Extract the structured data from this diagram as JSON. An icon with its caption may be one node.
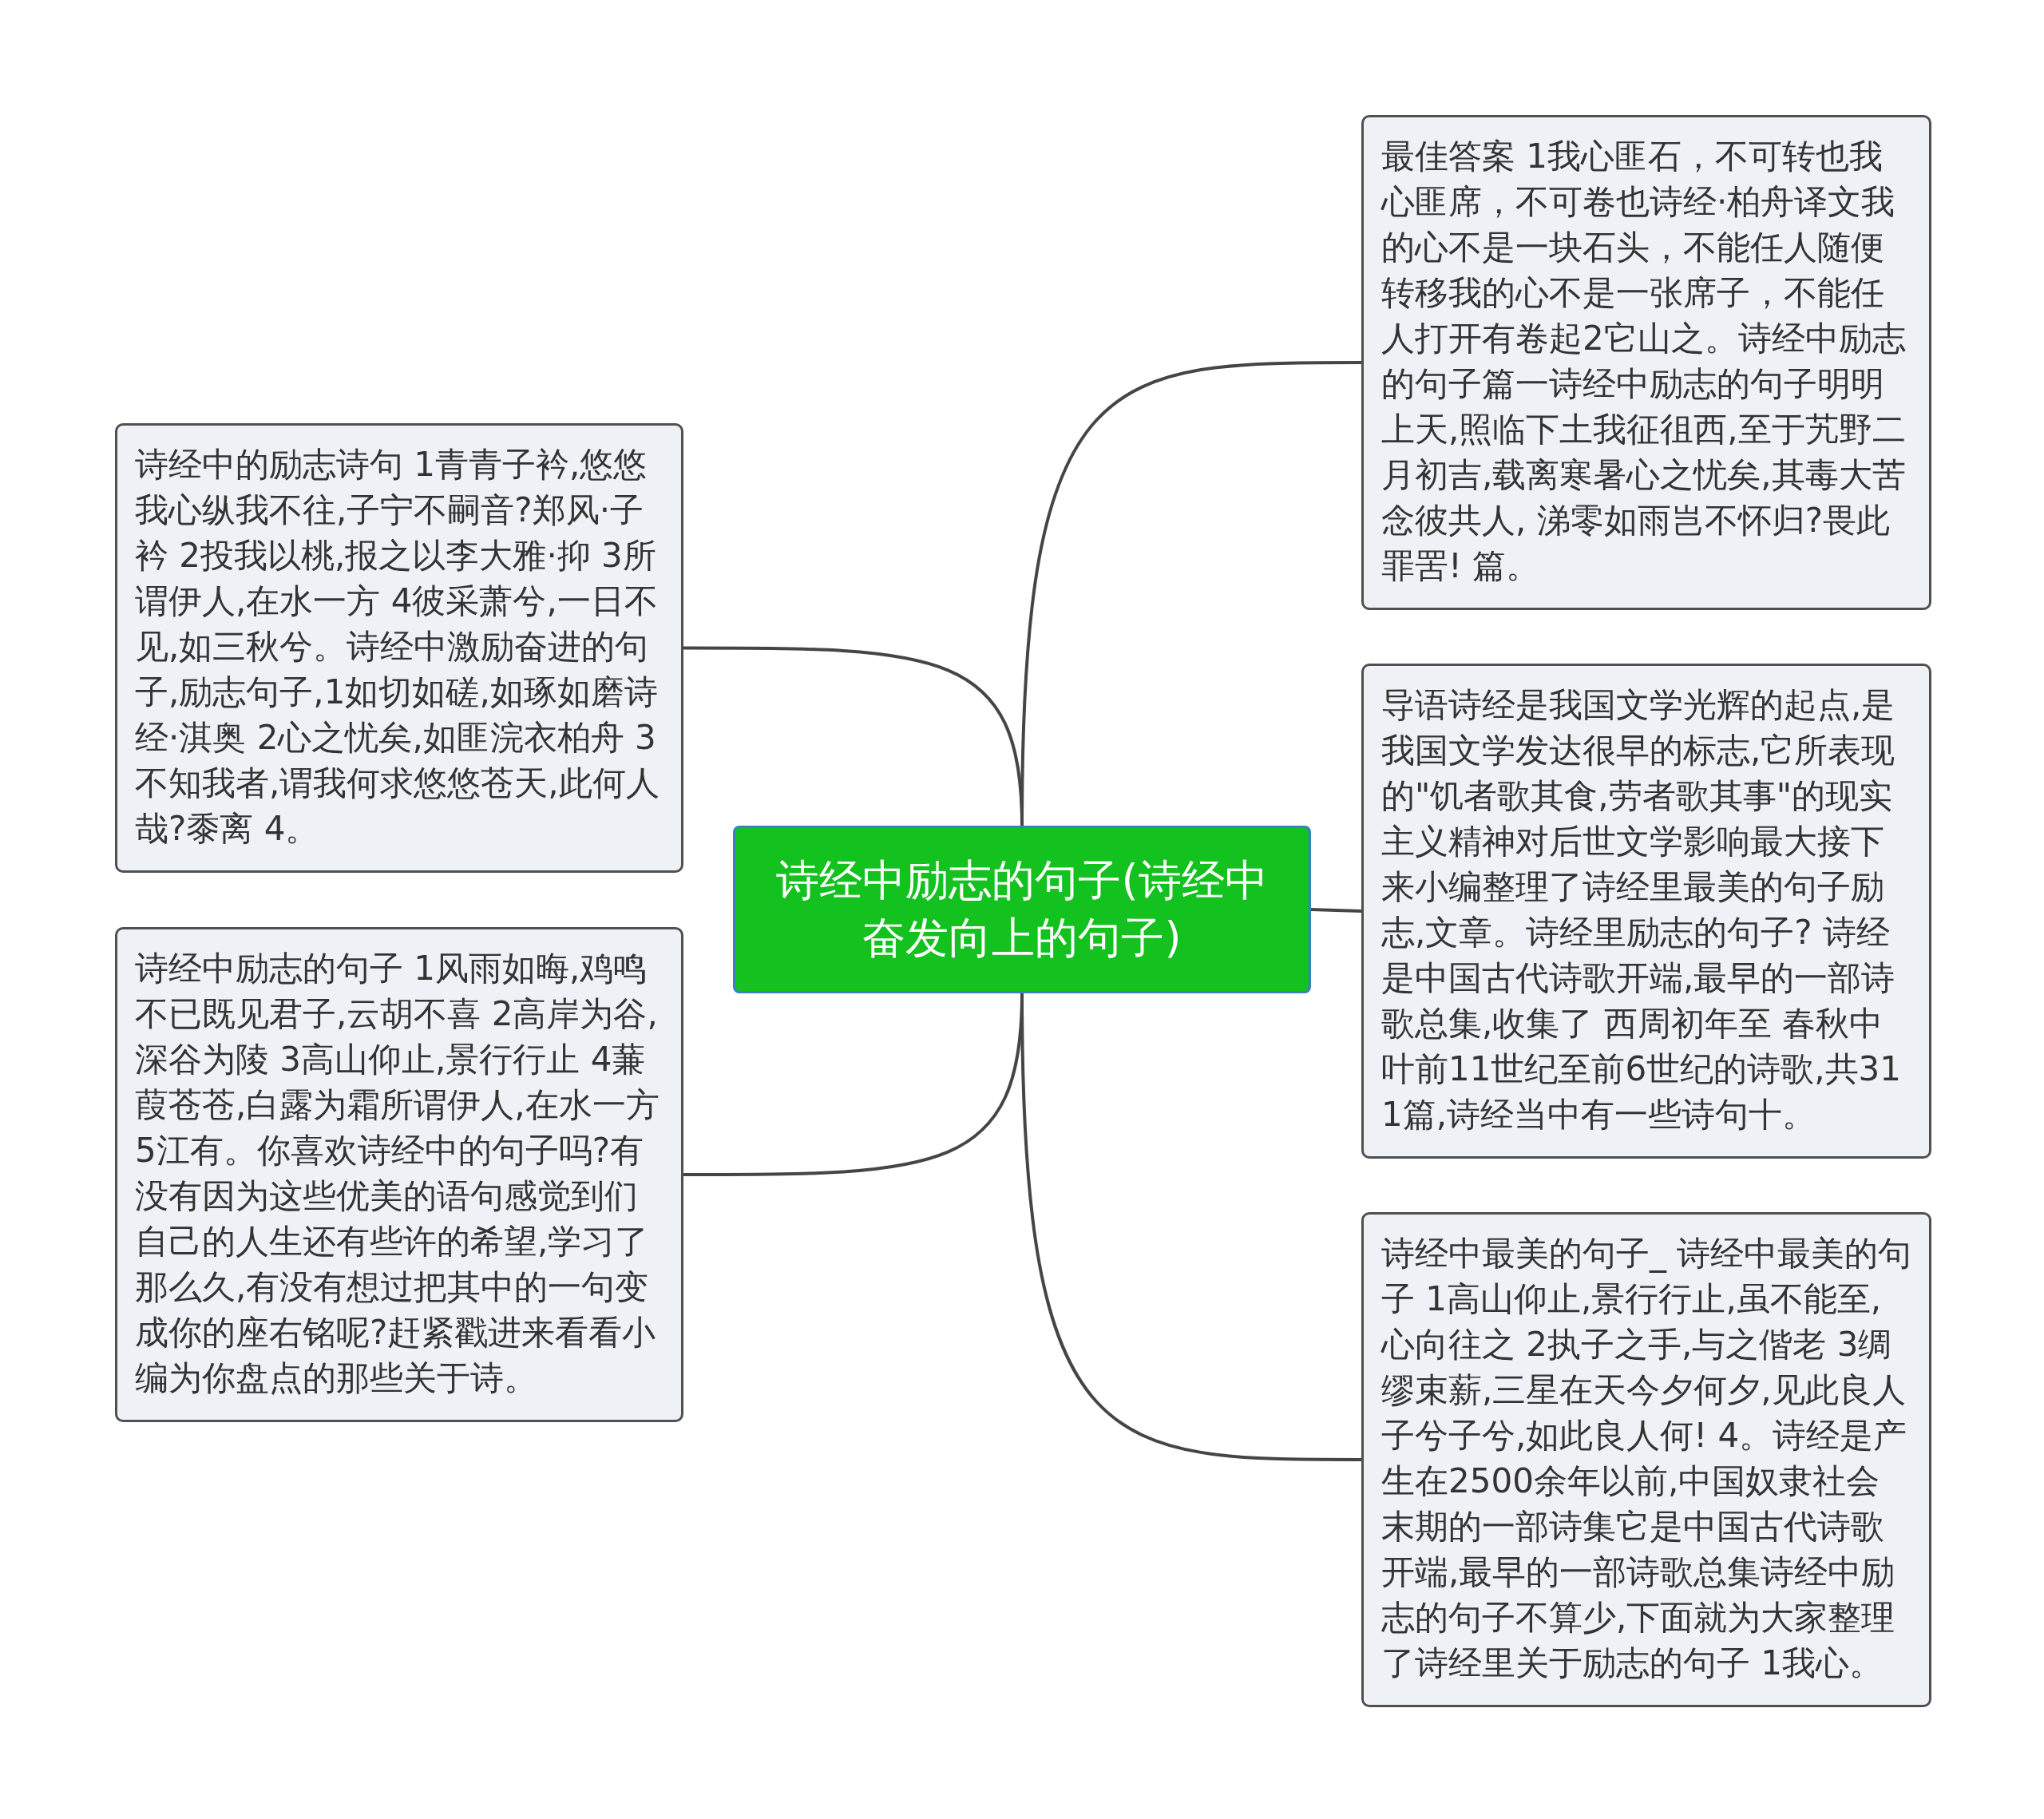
{
  "diagram": {
    "nodes": [
      {
        "text": [
          "诗经中励志的句子(诗经中奋发向上的句子)"
        ]
      },
      {
        "text": [
          "诗经中的励志诗句 1青青子衿,悠悠我心纵我不往,子宁不嗣音?郑风·子衿 2投我以桃,报之以李大雅·抑 3所谓伊人,在水一方 4彼采萧兮,一日不见,如三秋兮。诗经中激励奋进的句子,励志句子,1如切如磋,如琢如磨诗经·淇奥 2心之忧矣,如匪浣衣柏舟 3不知我者,谓我何求悠悠苍天,此何人哉?黍离 4。"
        ]
      },
      {
        "text": [
          "诗经中励志的句子 1风雨如晦,鸡鸣不已既见君子,云胡不喜 2高岸为谷,深谷为陵 3高山仰止,景行行止 4蒹葭苍苍,白露为霜所谓伊人,在水一方 5江有。你喜欢诗经中的句子吗?有没有因为这些优美的语句感觉到们自己的人生还有些许的希望,学习了那么久,有没有想过把其中的一句变成你的座右铭呢?赶紧戳进来看看小编为你盘点的那些关于诗。"
        ]
      },
      {
        "text": [
          "最佳答案 1我心匪石，不可转也我心匪席，不可卷也诗经·柏舟译文我的心不是一块石头，不能任人随便转移我的心不是一张席子，不能任人打开有卷起2它山之。诗经中励志的句子篇一诗经中励志的句子明明上天,照临下土我征徂西,至于艽野二月初吉,载离寒暑心之忧矣,其毒大苦念彼共人, 涕零如雨岂不怀归?畏此罪罟! 篇。"
        ]
      },
      {
        "text": [
          "导语诗经是我国文学光辉的起点,是我国文学发达很早的标志,它所表现的\"饥者歌其食,劳者歌其事\"的现实主义精神对后世文学影响最大接下来小编整理了诗经里最美的句子励志,文章。诗经里励志的句子? 诗经是中国古代诗歌开端,最早的一部诗歌总集,收集了 西周初年至 春秋中叶前11世纪至前6世纪的诗歌,共311篇,诗经当中有一些诗句十。"
        ]
      },
      {
        "text": [
          "诗经中最美的句子_ 诗经中最美的句子 1高山仰止,景行行止,虽不能至,心向往之 2执子之手,与之偕老 3绸缪束薪,三星在天今夕何夕,见此良人子兮子兮,如此良人何! 4。诗经是产生在2500余年以前,中国奴隶社会末期的一部诗集它是中国古代诗歌开端,最早的一部诗歌总集诗经中励志的句子不算少,下面就为大家整理了诗经里关于励志的句子 1我心。"
        ]
      }
    ],
    "edges": [
      {
        "from": 0,
        "to": 1,
        "arrow": "none"
      },
      {
        "from": 0,
        "to": 2,
        "arrow": "none"
      },
      {
        "from": 0,
        "to": 3,
        "arrow": "none"
      },
      {
        "from": 0,
        "to": 4,
        "arrow": "none"
      },
      {
        "from": 0,
        "to": 5,
        "arrow": "none"
      }
    ]
  }
}
